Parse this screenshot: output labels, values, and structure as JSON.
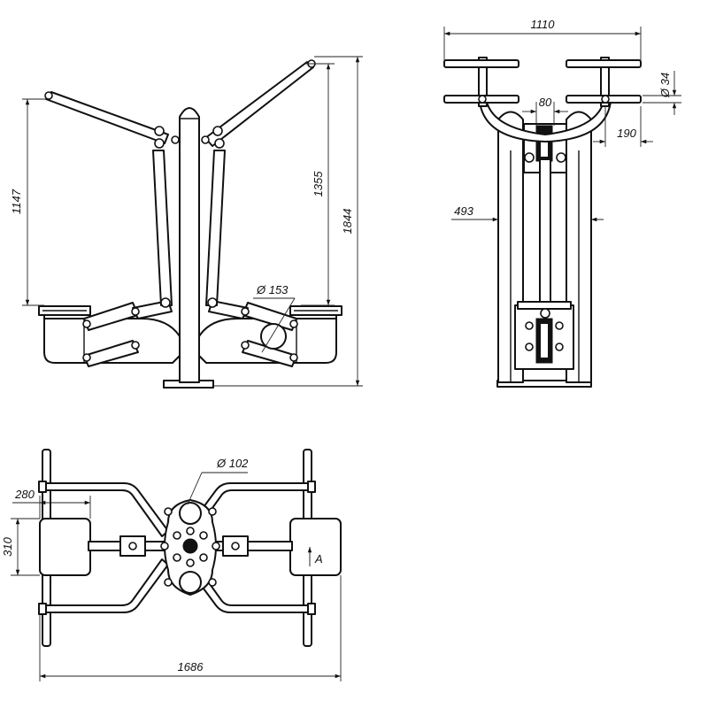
{
  "dimensions": {
    "side_height_1147": "1147",
    "side_height_1355": "1355",
    "side_height_1844": "1844",
    "side_diameter_153": "Ø 153",
    "front_width_1110": "1110",
    "front_diameter_34": "Ø 34",
    "front_gap_80": "80",
    "front_offset_190": "190",
    "front_width_493": "493",
    "top_diameter_102": "Ø 102",
    "top_width_280": "280",
    "top_height_310": "310",
    "top_length_1686": "1686",
    "top_section_label": "A"
  },
  "colors": {
    "line": "#111111",
    "background": "#ffffff"
  }
}
